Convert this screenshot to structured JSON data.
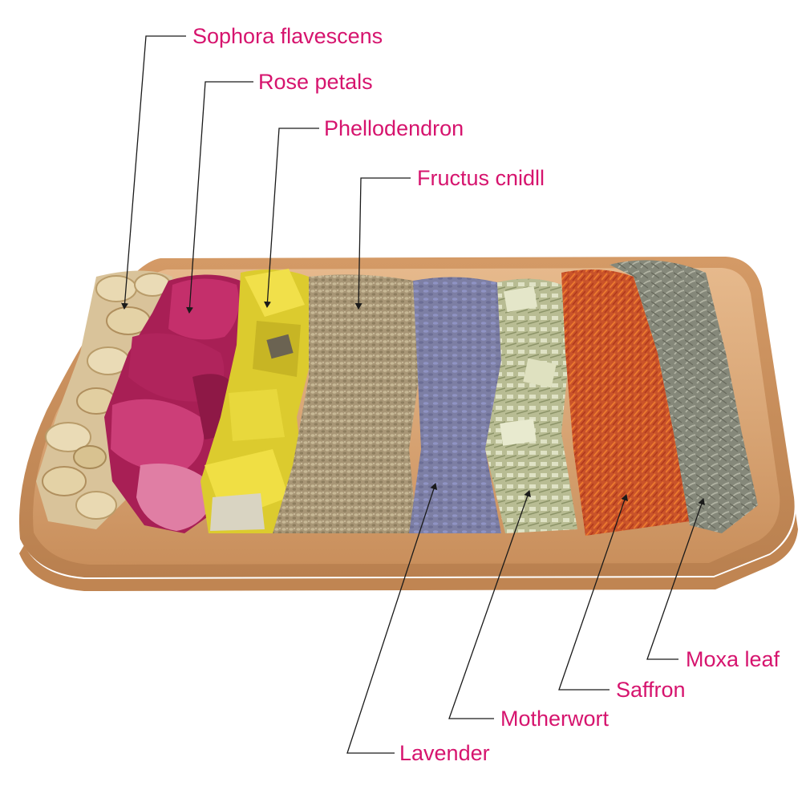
{
  "accent_color": "#d6146e",
  "leader_color": "#1a1a1a",
  "labels": {
    "sophora": "Sophora flavescens",
    "rose": "Rose petals",
    "phellodendron": "Phellodendron",
    "cnidium": "Fructus cnidll",
    "lavender": "Lavender",
    "motherwort": "Motherwort",
    "saffron": "Saffron",
    "moxa": "Moxa leaf"
  }
}
